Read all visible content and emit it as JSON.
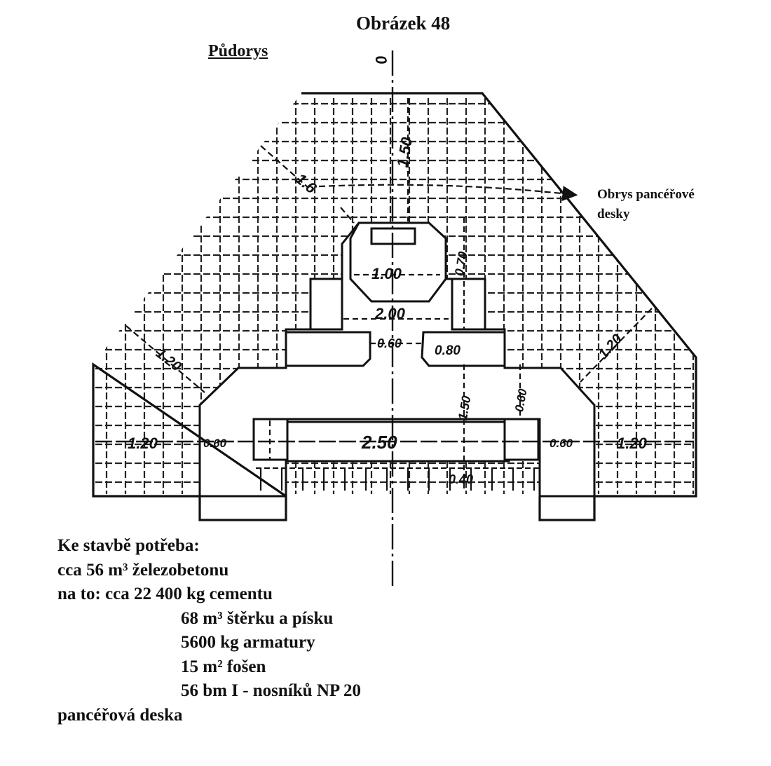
{
  "title": "Obrázek 48",
  "subtitle": "Půdorys",
  "callout": {
    "line1": "Obrys pancéřové",
    "line2": "desky"
  },
  "dimensions": {
    "axis_top": "0",
    "d_150": "1.50",
    "d_left_diag_top": "1.6",
    "d_100": "1.00",
    "d_200": "2.00",
    "d_070": "0.70",
    "d_060_center": "0.60",
    "d_080": "0.80",
    "d_left_diag_low": "1.20",
    "d_right_diag_low": "1.20",
    "d_150_low": "1.50",
    "d_060_right_vert": "0.60",
    "d_120_left": "1.20",
    "d_060_left": "0.60",
    "d_250": "2.50",
    "d_060_right": "0.60",
    "d_120_right": "1.20",
    "d_040": "0.40"
  },
  "materials": {
    "heading": "Ke stavbě potřeba:",
    "line1": "cca 56 m³ železobetonu",
    "line2": "na to: cca 22 400 kg cementu",
    "line3": "68 m³ štěrku a písku",
    "line4": "5600 kg armatury",
    "line5": "15 m² fošen",
    "line6": "56 bm I - nosníků NP 20",
    "line7": "pancéřová deska"
  }
}
